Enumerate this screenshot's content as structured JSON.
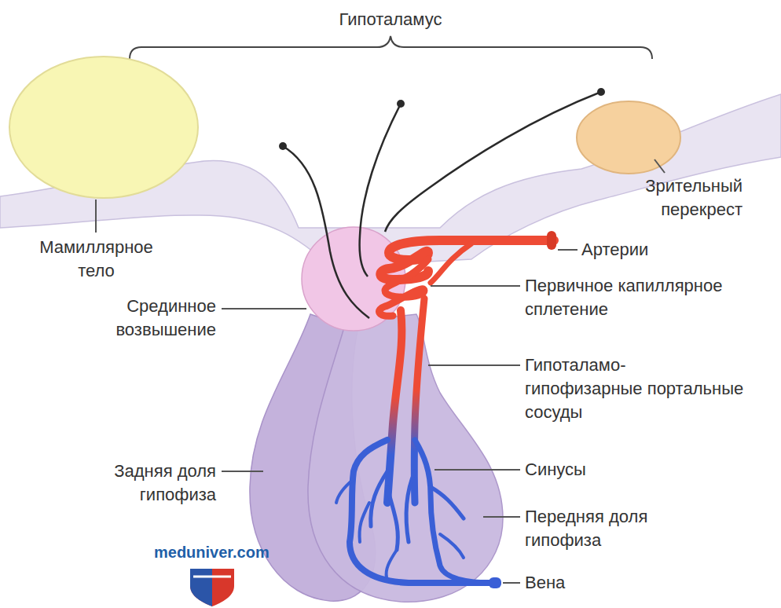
{
  "diagram": {
    "labels": [
      "Гипоталамус",
      "Мамиллярное тело",
      "Срединное возвышение",
      "Зрительный перекрест",
      "Артерии",
      "Первичное капиллярное сплетение",
      "Гипоталамо- гипофизарные портальные сосуды",
      "Синусы",
      "Передняя доля гипофиза",
      "Задняя доля гипофиза",
      "Вена",
      "meduniver.com"
    ]
  }
}
